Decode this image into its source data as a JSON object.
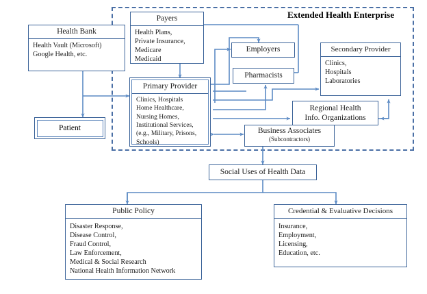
{
  "diagram": {
    "title": "Extended Health Enterprise",
    "accent_border": "#3a6298",
    "accent_line": "#5b8ac4",
    "dashed_frame": "#4a6fa5",
    "background": "#ffffff"
  },
  "nodes": {
    "health_bank": {
      "title": "Health Bank",
      "lines": [
        "Health Vault (Microsoft)",
        "Google Health, etc."
      ]
    },
    "patient": {
      "title": "Patient"
    },
    "payers": {
      "title": "Payers",
      "lines": [
        "Health Plans,",
        "Private Insurance,",
        "Medicare",
        "Medicaid"
      ]
    },
    "primary_provider": {
      "title": "Primary Provider",
      "lines": [
        "Clinics, Hospitals",
        "Home Healthcare,",
        "Nursing Homes,",
        "Institutional Services,",
        "(e.g., Military, Prisons,",
        "Schools)"
      ]
    },
    "employers": {
      "title": "Employers"
    },
    "pharmacists": {
      "title": "Pharmacists"
    },
    "secondary_provider": {
      "title": "Secondary Provider",
      "lines": [
        "Clinics,",
        "Hospitals",
        "Laboratories"
      ]
    },
    "regional_health": {
      "line1": "Regional Health",
      "line2": "Info. Organizations"
    },
    "business_associates": {
      "title": "Business Associates",
      "subtitle": "(Subcontractors)"
    },
    "social_uses": {
      "title": "Social Uses of Health Data"
    },
    "public_policy": {
      "title": "Public Policy",
      "lines": [
        "Disaster Response,",
        "Disease Control,",
        "Fraud Control,",
        "Law Enforcement,",
        "Medical & Social Research",
        "National Health Information Network"
      ]
    },
    "credential_decisions": {
      "title": "Credential & Evaluative Decisions",
      "lines": [
        "Insurance,",
        "Employment,",
        "Licensing,",
        "Education, etc."
      ]
    }
  },
  "edges": [
    {
      "name": "health-bank-to-patient",
      "from": "health_bank",
      "to": "patient",
      "arrow": "both"
    },
    {
      "name": "patient-to-primary-provider",
      "from": "patient",
      "to": "primary_provider",
      "arrow": "to"
    },
    {
      "name": "payers-to-primary-provider",
      "from": "payers",
      "to": "primary_provider",
      "arrow": "both"
    },
    {
      "name": "primary-provider-to-employers",
      "from": "primary_provider",
      "to": "employers",
      "arrow": "to"
    },
    {
      "name": "primary-provider-to-payers-top",
      "from": "primary_provider",
      "to": "payers",
      "arrow": "to"
    },
    {
      "name": "pharmacists-to-employers",
      "from": "pharmacists",
      "to": "employers",
      "arrow": "to"
    },
    {
      "name": "primary-provider-to-pharmacists",
      "from": "primary_provider",
      "to": "pharmacists",
      "arrow": "to"
    },
    {
      "name": "pharmacists-to-secondary-provider",
      "from": "pharmacists",
      "to": "secondary_provider",
      "arrow": "to"
    },
    {
      "name": "primary-provider-to-secondary-provider",
      "from": "primary_provider",
      "to": "secondary_provider",
      "arrow": "to"
    },
    {
      "name": "primary-provider-to-regional-health",
      "from": "primary_provider",
      "to": "regional_health",
      "arrow": "to"
    },
    {
      "name": "regional-health-to-secondary-provider",
      "from": "regional_health",
      "to": "secondary_provider",
      "arrow": "to"
    },
    {
      "name": "primary-provider-to-business-associates",
      "from": "primary_provider",
      "to": "business_associates",
      "arrow": "both"
    },
    {
      "name": "business-associates-to-social-uses",
      "from": "business_associates",
      "to": "social_uses",
      "arrow": "to"
    },
    {
      "name": "social-uses-to-public-policy",
      "from": "social_uses",
      "to": "public_policy",
      "arrow": "to"
    },
    {
      "name": "social-uses-to-credential-decisions",
      "from": "social_uses",
      "to": "credential_decisions",
      "arrow": "to"
    }
  ]
}
